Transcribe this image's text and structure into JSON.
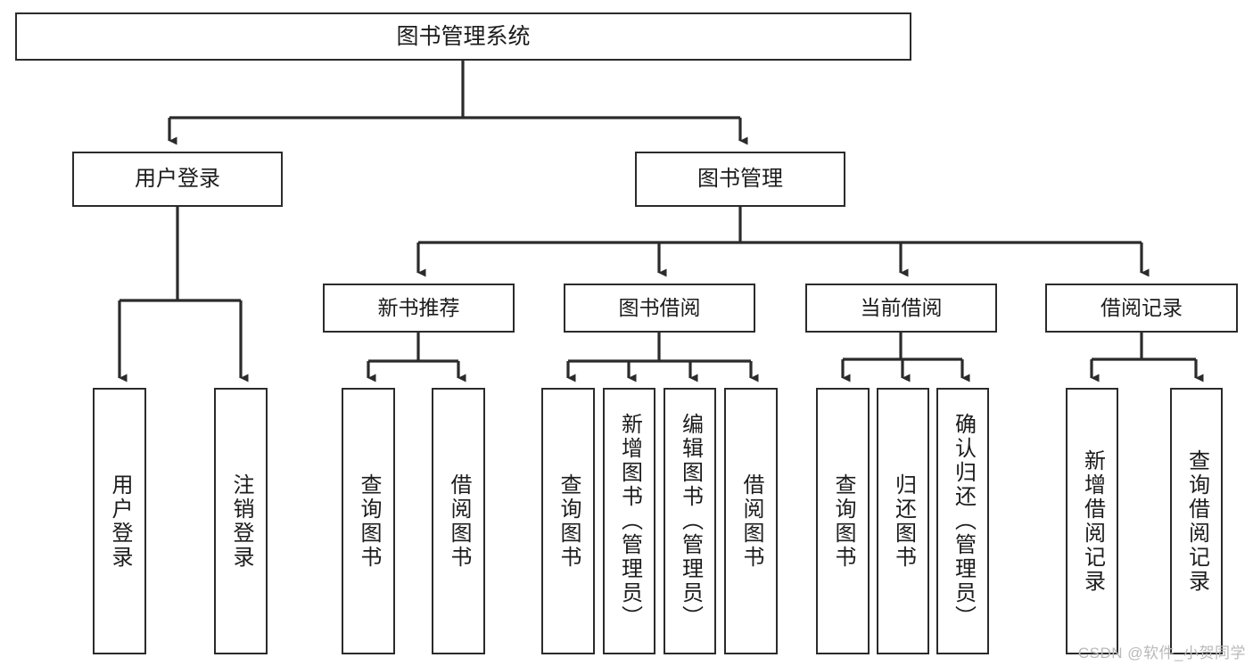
{
  "diagram": {
    "type": "tree-hierarchy-diagram",
    "title": "图书管理系统",
    "watermark": "CSDN @软件_小贺同学",
    "colors": {
      "box_border": "#2b2b2b",
      "box_fill": "#ffffff",
      "edge": "#2b2b2b",
      "text": "#1c1c1c",
      "watermark": "#b9b9b9"
    },
    "nodes": {
      "root": {
        "label": "图书管理系统"
      },
      "level2": [
        {
          "label": "用户登录"
        },
        {
          "label": "图书管理"
        }
      ],
      "level3": [
        {
          "label": "新书推荐"
        },
        {
          "label": "图书借阅"
        },
        {
          "label": "当前借阅"
        },
        {
          "label": "借阅记录"
        }
      ],
      "leaves": {
        "user_login": [
          {
            "label": "用户登录"
          },
          {
            "label": "注销登录"
          }
        ],
        "new_book_recommend": [
          {
            "label": "查询图书"
          },
          {
            "label": "借阅图书"
          }
        ],
        "book_borrow": [
          {
            "label": "查询图书"
          },
          {
            "label": "新增图书（管理员）"
          },
          {
            "label": "编辑图书（管理员）"
          },
          {
            "label": "借阅图书"
          }
        ],
        "current_borrow": [
          {
            "label": "查询图书"
          },
          {
            "label": "归还图书"
          },
          {
            "label": "确认归还（管理员）"
          }
        ],
        "borrow_record": [
          {
            "label": "新增借阅记录"
          },
          {
            "label": "查询借阅记录"
          }
        ]
      }
    }
  }
}
